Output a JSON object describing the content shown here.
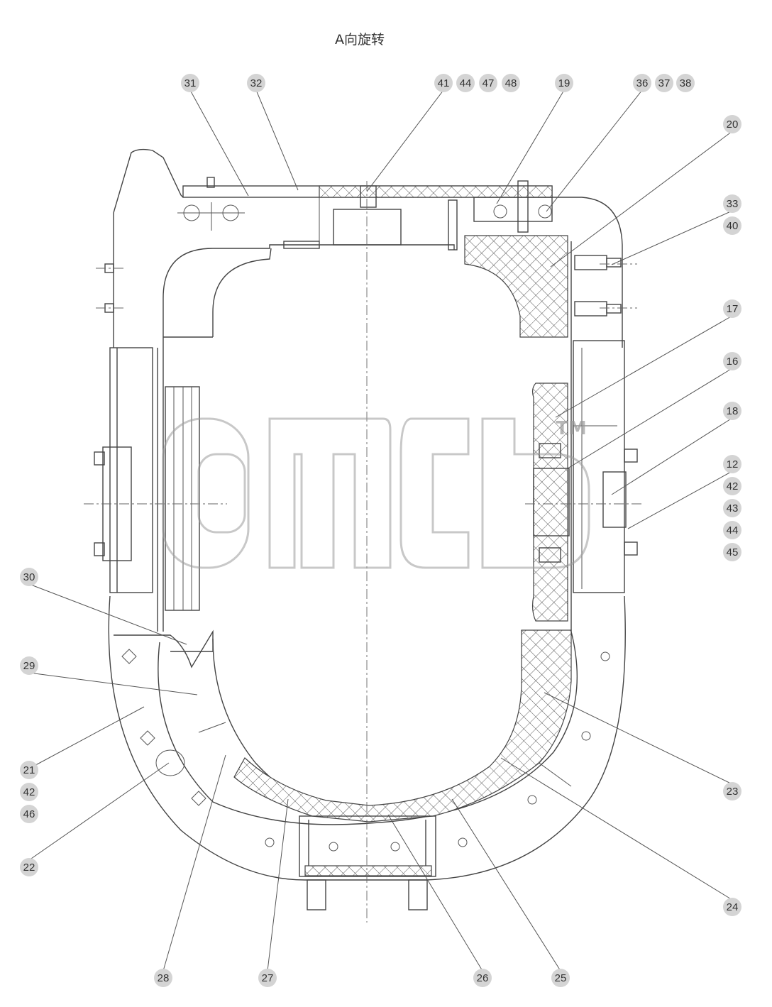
{
  "title": "A向旋转",
  "watermark": {
    "brand": "dmcb",
    "trademark": "TM"
  },
  "colors": {
    "line": "#444444",
    "callout": "#d4d4d4",
    "hatch": "#555555"
  },
  "callouts": [
    {
      "id": "c31",
      "label": "31"
    },
    {
      "id": "c32",
      "label": "32"
    },
    {
      "id": "c41",
      "label": "41"
    },
    {
      "id": "c44a",
      "label": "44"
    },
    {
      "id": "c47",
      "label": "47"
    },
    {
      "id": "c48",
      "label": "48"
    },
    {
      "id": "c19",
      "label": "19"
    },
    {
      "id": "c36",
      "label": "36"
    },
    {
      "id": "c37",
      "label": "37"
    },
    {
      "id": "c38",
      "label": "38"
    },
    {
      "id": "c20",
      "label": "20"
    },
    {
      "id": "c33",
      "label": "33"
    },
    {
      "id": "c40",
      "label": "40"
    },
    {
      "id": "c17",
      "label": "17"
    },
    {
      "id": "c16",
      "label": "16"
    },
    {
      "id": "c18",
      "label": "18"
    },
    {
      "id": "c12",
      "label": "12"
    },
    {
      "id": "c42a",
      "label": "42"
    },
    {
      "id": "c43",
      "label": "43"
    },
    {
      "id": "c44b",
      "label": "44"
    },
    {
      "id": "c45",
      "label": "45"
    },
    {
      "id": "c30",
      "label": "30"
    },
    {
      "id": "c29",
      "label": "29"
    },
    {
      "id": "c21",
      "label": "21"
    },
    {
      "id": "c42b",
      "label": "42"
    },
    {
      "id": "c46",
      "label": "46"
    },
    {
      "id": "c22",
      "label": "22"
    },
    {
      "id": "c23",
      "label": "23"
    },
    {
      "id": "c24",
      "label": "24"
    },
    {
      "id": "c28",
      "label": "28"
    },
    {
      "id": "c27",
      "label": "27"
    },
    {
      "id": "c26",
      "label": "26"
    },
    {
      "id": "c25",
      "label": "25"
    }
  ]
}
